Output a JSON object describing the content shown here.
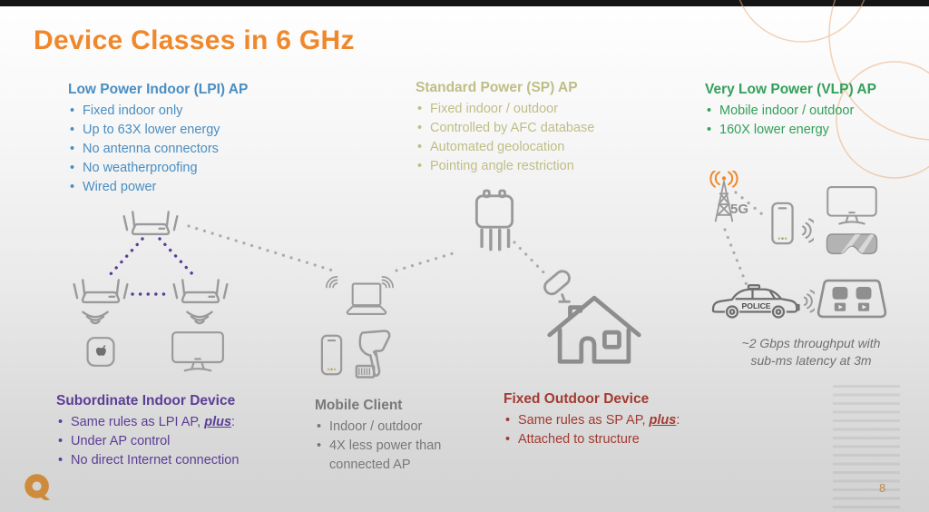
{
  "slide": {
    "title": "Device Classes in 6 GHz",
    "page_number": "8"
  },
  "colors": {
    "title_orange": "#F0882B",
    "lpi_blue": "#4A8EC2",
    "sp_olive": "#BFBE86",
    "vlp_green": "#33A05A",
    "subordinate_purple": "#5B3E96",
    "mobile_gray": "#787878",
    "outdoor_red": "#A23A31",
    "logo_orange": "#CE8B3C",
    "icon_gray": "#9A9A9A",
    "connector_purple": "#5B3E96",
    "connector_gray": "#ABABAB"
  },
  "ap_sections": {
    "lpi": {
      "title": "Low Power Indoor (LPI) AP",
      "bullets": [
        "Fixed indoor only",
        "Up to 63X lower energy",
        "No antenna connectors",
        "No weatherproofing",
        "Wired power"
      ]
    },
    "sp": {
      "title": "Standard Power (SP) AP",
      "bullets": [
        "Fixed indoor / outdoor",
        "Controlled by AFC database",
        "Automated geolocation",
        "Pointing angle restriction"
      ]
    },
    "vlp": {
      "title": "Very Low Power (VLP) AP",
      "bullets": [
        "Mobile indoor / outdoor",
        "160X lower energy"
      ]
    }
  },
  "device_sections": {
    "subordinate": {
      "title": "Subordinate Indoor Device",
      "rule_bullet": {
        "prefix": "Same rules as LPI AP, ",
        "emphasis": "plus",
        "suffix": ":"
      },
      "bullets": [
        "Under AP control",
        "No direct Internet connection"
      ]
    },
    "mobile": {
      "title": "Mobile Client",
      "bullets": [
        "Indoor / outdoor",
        "4X less power than connected AP"
      ]
    },
    "outdoor": {
      "title": "Fixed Outdoor Device",
      "rule_bullet": {
        "prefix": "Same rules as SP AP, ",
        "emphasis": "plus",
        "suffix": ":"
      },
      "bullets": [
        "Attached to structure"
      ]
    }
  },
  "annotations": {
    "vlp_note_line1": "~2 Gbps throughput with",
    "vlp_note_line2": "sub-ms latency at 3m",
    "tower_label": "5G",
    "police_label": "POLICE"
  }
}
